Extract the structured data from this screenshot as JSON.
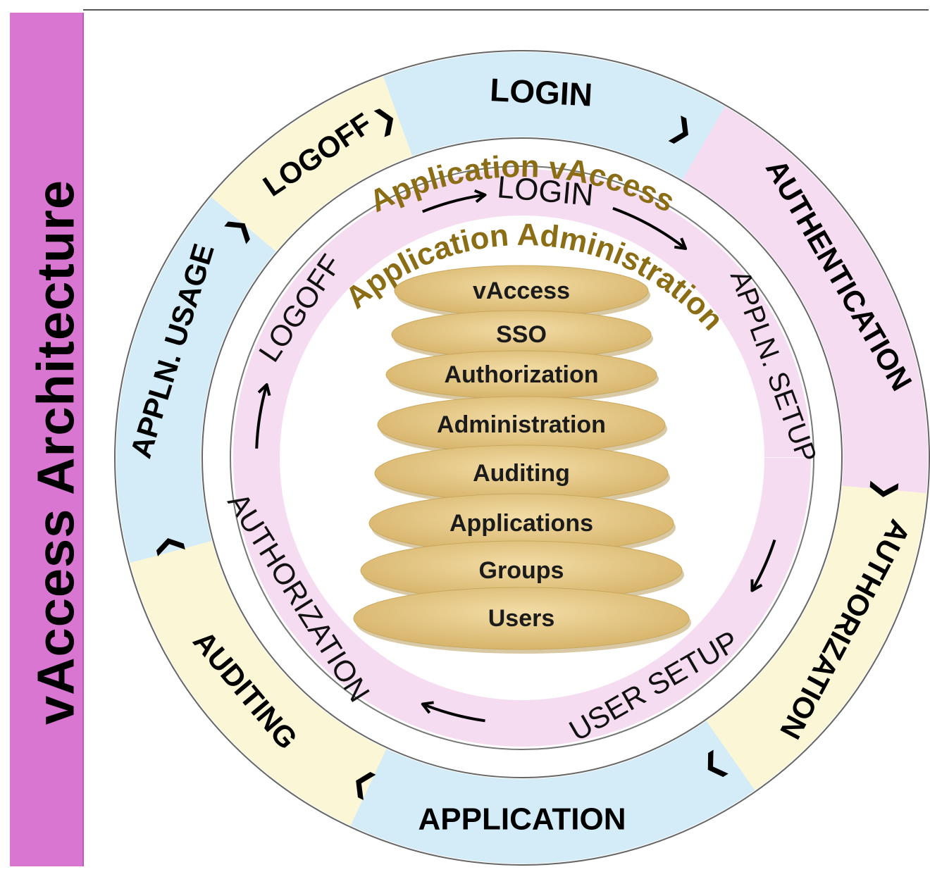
{
  "title": "vAccess Architecture",
  "outer_ring": {
    "label": "Application vAccess",
    "steps": [
      "LOGIN",
      "AUTHENTICATION",
      "AUTHORIZATION",
      "APPLICATION",
      "AUDITING",
      "APPLN. USAGE",
      "LOGOFF"
    ]
  },
  "inner_ring": {
    "label": "Application Administration",
    "steps": [
      "LOGIN",
      "APPLN. SETUP",
      "USER SETUP",
      "AUTHORIZATION",
      "LOGOFF"
    ]
  },
  "layers": [
    "vAccess",
    "SSO",
    "Authorization",
    "Administration",
    "Auditing",
    "Applications",
    "Groups",
    "Users"
  ],
  "colors": {
    "sidebar": "#d876d2",
    "ring_label": "#8a6d14",
    "blue_segment": "#d3ecf7",
    "yellow_segment": "#fbf6d6",
    "pink_segment": "#f6dcf0",
    "layer_fill": "#e8cc8a"
  }
}
